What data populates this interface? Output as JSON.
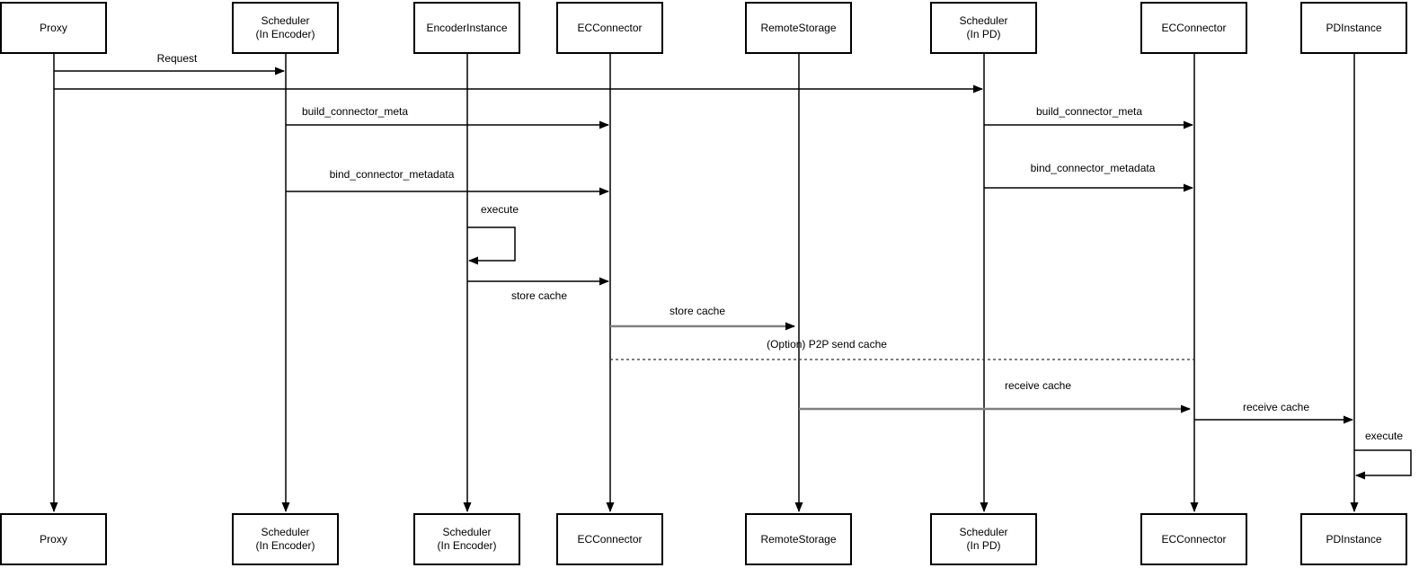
{
  "diagram": {
    "participants": [
      {
        "top_label": "Proxy",
        "bottom_label": "Proxy"
      },
      {
        "top_label": "Scheduler\n(In Encoder)",
        "bottom_label": "Scheduler\n(In Encoder)"
      },
      {
        "top_label": "EncoderInstance",
        "bottom_label": "Scheduler\n(In Encoder)"
      },
      {
        "top_label": "ECConnector",
        "bottom_label": "ECConnector"
      },
      {
        "top_label": "RemoteStorage",
        "bottom_label": "RemoteStorage"
      },
      {
        "top_label": "Scheduler\n(In PD)",
        "bottom_label": "Scheduler\n(In PD)"
      },
      {
        "top_label": "ECConnector",
        "bottom_label": "ECConnector"
      },
      {
        "top_label": "PDInstance",
        "bottom_label": "PDInstance"
      }
    ],
    "messages": [
      {
        "label": "Request",
        "from": "Proxy",
        "to": "Scheduler (In Encoder)",
        "style": "solid"
      },
      {
        "label": "",
        "from": "Proxy",
        "to": "Scheduler (In PD)",
        "style": "solid"
      },
      {
        "label": "build_connector_meta",
        "from": "Scheduler (In Encoder)",
        "to": "ECConnector",
        "style": "solid"
      },
      {
        "label": "build_connector_meta",
        "from": "Scheduler (In PD)",
        "to": "ECConnector",
        "style": "solid"
      },
      {
        "label": "bind_connector_metadata",
        "from": "Scheduler (In Encoder)",
        "to": "ECConnector",
        "style": "solid"
      },
      {
        "label": "bind_connector_metadata",
        "from": "Scheduler (In PD)",
        "to": "ECConnector",
        "style": "solid"
      },
      {
        "label": "execute",
        "from": "EncoderInstance",
        "to": "EncoderInstance",
        "style": "self"
      },
      {
        "label": "store cache",
        "from": "EncoderInstance",
        "to": "ECConnector",
        "style": "solid"
      },
      {
        "label": "store cache",
        "from": "ECConnector",
        "to": "RemoteStorage",
        "style": "solid-gray"
      },
      {
        "label": "(Option) P2P send cache",
        "from": "ECConnector",
        "to": "ECConnector (PD side)",
        "style": "dashed"
      },
      {
        "label": "receive cache",
        "from": "RemoteStorage",
        "to": "ECConnector (PD side)",
        "style": "solid-gray"
      },
      {
        "label": "receive cache",
        "from": "ECConnector (PD side)",
        "to": "PDInstance",
        "style": "solid"
      },
      {
        "label": "execute",
        "from": "PDInstance",
        "to": "PDInstance",
        "style": "self"
      }
    ],
    "colors": {
      "line": "#000000",
      "gray_line": "#808080",
      "dashed_line": "#333333",
      "box_border": "#000000",
      "box_fill": "#ffffff",
      "text": "#000000",
      "background": "#ffffff"
    }
  }
}
